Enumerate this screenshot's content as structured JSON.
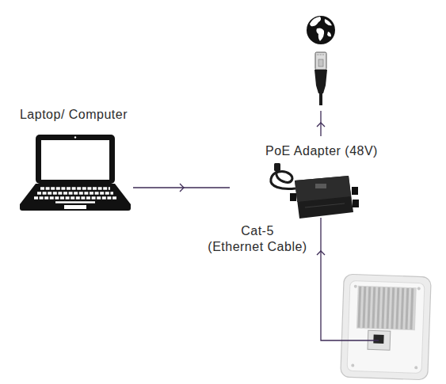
{
  "diagram": {
    "nodes": [
      {
        "text": [
          "Laptop/ Computer"
        ]
      },
      {
        "text": [
          "PoE Adapter (48V)"
        ]
      }
    ],
    "edges": [
      {
        "from": 0,
        "to": 1,
        "arrow": "to"
      }
    ],
    "labels": [
      "Cat-5 (Ethernet Cable)"
    ]
  }
}
